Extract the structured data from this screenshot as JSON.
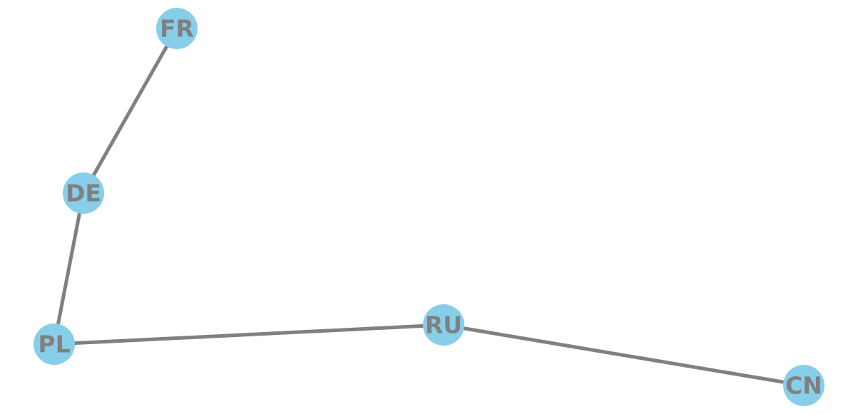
{
  "graph": {
    "node_color": "#87ceeb",
    "edge_color": "#808080",
    "label_color": "#808080",
    "nodes": [
      {
        "id": "FR",
        "label": "FR"
      },
      {
        "id": "DE",
        "label": "DE"
      },
      {
        "id": "PL",
        "label": "PL"
      },
      {
        "id": "RU",
        "label": "RU"
      },
      {
        "id": "CN",
        "label": "CN"
      }
    ],
    "edges": [
      {
        "source": "FR",
        "target": "DE"
      },
      {
        "source": "DE",
        "target": "PL"
      },
      {
        "source": "PL",
        "target": "RU"
      },
      {
        "source": "RU",
        "target": "CN"
      }
    ]
  }
}
